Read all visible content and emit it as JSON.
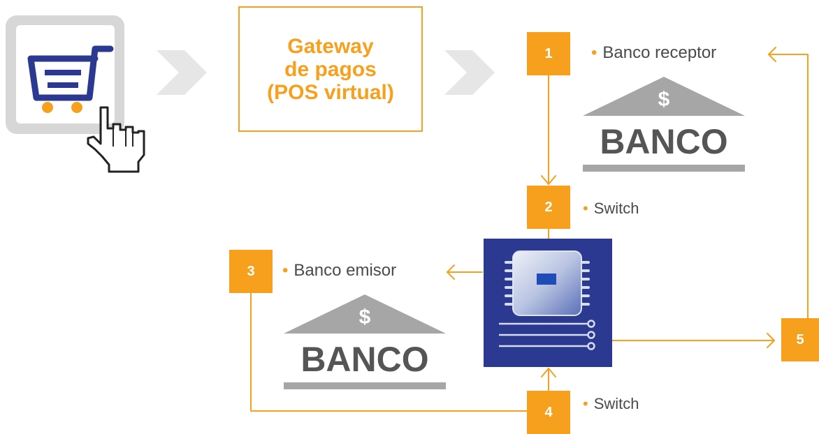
{
  "gateway": {
    "line1": "Gateway",
    "line2": "de pagos",
    "line3": "(POS virtual)"
  },
  "steps": [
    {
      "num": "1",
      "label": "Banco receptor"
    },
    {
      "num": "2",
      "label": "Switch"
    },
    {
      "num": "3",
      "label": "Banco emisor"
    },
    {
      "num": "4",
      "label": "Switch"
    },
    {
      "num": "5",
      "label": ""
    }
  ],
  "banks": {
    "receptor": {
      "symbol": "$",
      "word": "BANCO"
    },
    "emisor": {
      "symbol": "$",
      "word": "BANCO"
    }
  },
  "icons": {
    "cart": "shopping-cart-icon",
    "hand": "hand-pointer-icon",
    "chip": "processor-chip-icon"
  },
  "colors": {
    "accent": "#f7a01d",
    "navy": "#2b3990",
    "gray": "#a6a6a6",
    "text": "#4a4a4a"
  }
}
